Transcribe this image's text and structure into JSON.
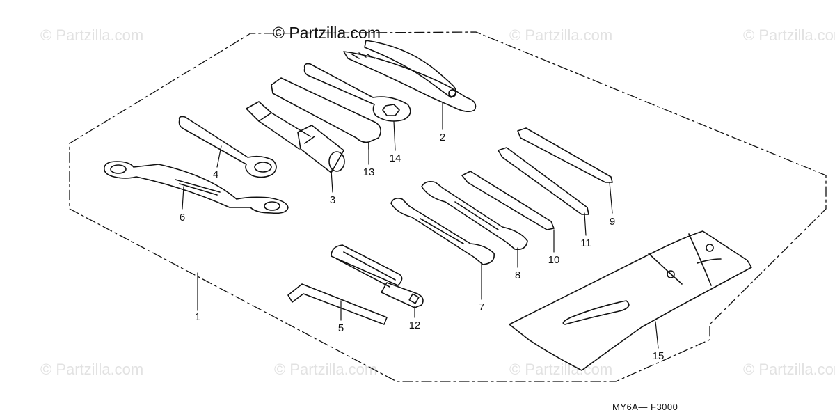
{
  "watermarks": {
    "top_left": "© Partzilla.com",
    "top_center": "© Partzilla.com",
    "top_mid_right": "© Partzilla.com",
    "top_right": "© Partzilla.com",
    "bottom_left": "© Partzilla.com",
    "bottom_center": "© Partzilla.com",
    "bottom_mid_right": "© Partzilla.com",
    "bottom_right": "© Partzilla.com"
  },
  "diagram_code": "MY6A— F3000",
  "callouts": {
    "c1": "1",
    "c2": "2",
    "c3": "3",
    "c4": "4",
    "c5": "5",
    "c6": "6",
    "c7": "7",
    "c8": "8",
    "c9": "9",
    "c10": "10",
    "c11": "11",
    "c12": "12",
    "c13": "13",
    "c14": "14",
    "c15": "15"
  }
}
